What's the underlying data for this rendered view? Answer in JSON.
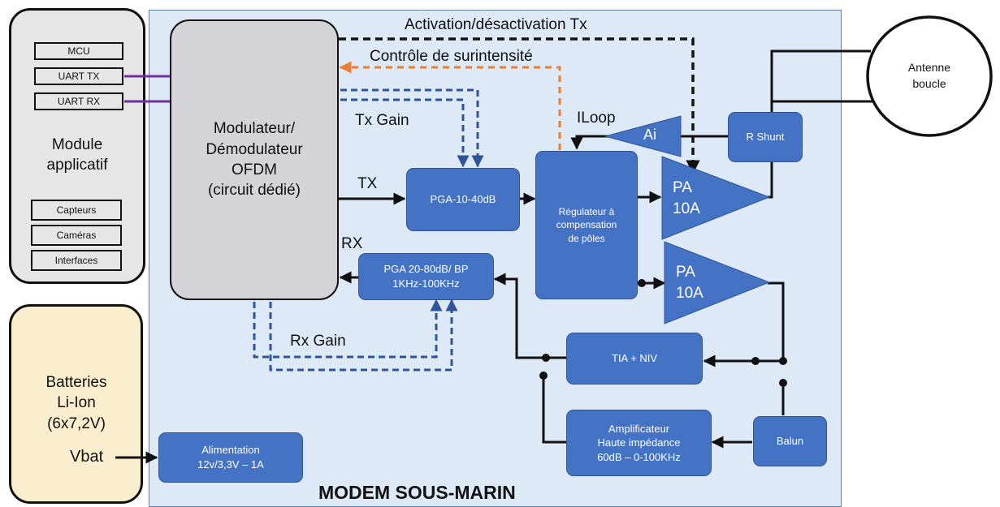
{
  "labels": {
    "activation_tx": "Activation/désactivation Tx",
    "controle_surintensite": "Contrôle de surintensité",
    "tx_gain": "Tx Gain",
    "rx_gain": "Rx Gain",
    "tx": "TX",
    "rx": "RX",
    "iloop": "ILoop",
    "vbat": "Vbat",
    "modem_title": "MODEM SOUS-MARIN"
  },
  "module_applicatif": {
    "title": "Module applicatif",
    "interfaces_top": [
      "MCU",
      "UART TX",
      "UART RX"
    ],
    "interfaces_bottom": [
      "Capteurs",
      "Caméras",
      "Interfaces"
    ]
  },
  "batteries": {
    "line1": "Batteries",
    "line2": "Li-Ion",
    "line3": "(6x7,2V)"
  },
  "modem_block": {
    "line1": "Modulateur/",
    "line2": "Démodulateur",
    "line3": "OFDM",
    "line4": "(circuit dédié)"
  },
  "blocks": {
    "pga_tx": "PGA-10-40dB",
    "pga_rx_line1": "PGA 20-80dB/ BP",
    "pga_rx_line2": "1KHz-100KHz",
    "regulateur_line1": "Régulateur à",
    "regulateur_line2": "compensation",
    "regulateur_line3": "de pôles",
    "pa_top_line1": "PA",
    "pa_top_line2": "10A",
    "pa_bottom_line1": "PA",
    "pa_bottom_line2": "10A",
    "ai": "Ai",
    "r_shunt": "R Shunt",
    "tia": "TIA + NIV",
    "amp_line1": "Amplificateur",
    "amp_line2": "Haute impédance",
    "amp_line3": "60dB – 0-100KHz",
    "balun": "Balun",
    "alim_line1": "Alimentation",
    "alim_line2": "12v/3,3V – 1A"
  },
  "antenna": {
    "line1": "Antenne",
    "line2": "boucle"
  },
  "colors": {
    "block_blue": "#4472c4",
    "modem_bg": "#dde9f6",
    "uart_link": "#7030a0",
    "overcurrent_link": "#ed7d31",
    "gain_link": "#2f5597"
  }
}
